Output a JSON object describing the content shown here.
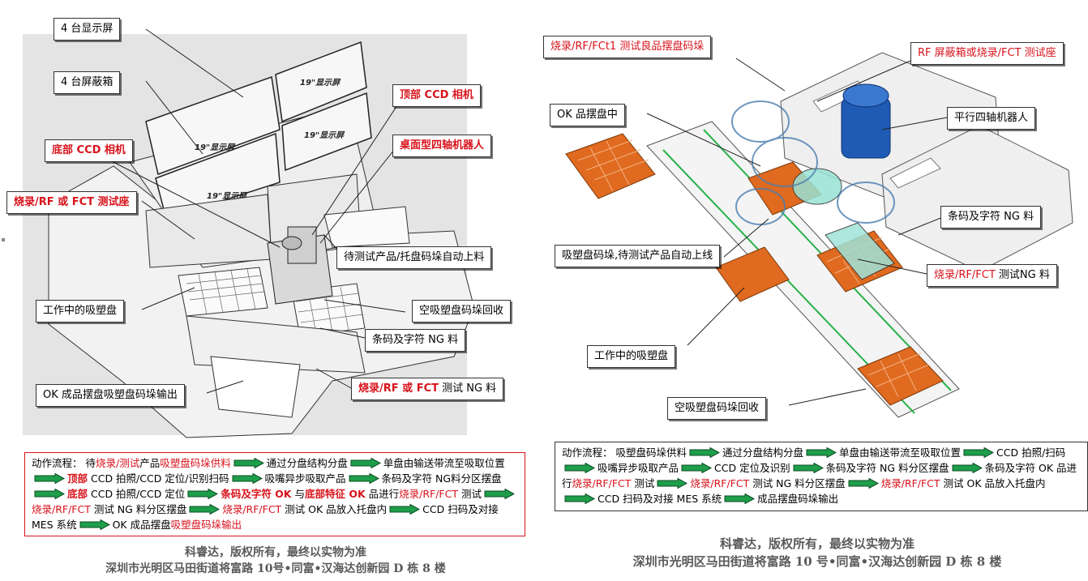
{
  "left": {
    "callouts": {
      "display": "4 台显示屏",
      "shield": "4 台屏蔽箱",
      "top_ccd": "顶部 CCD 相机",
      "scara": "桌面型四轴机器人",
      "bottom_ccd": "底部 CCD 相机",
      "test_seat": "烧录/RF 或 FCT 测试座",
      "auto_feed": "待测试产品/托盘码垛自动上料",
      "working_tray": "工作中的吸塑盘",
      "empty_tray": "空吸塑盘码垛回收",
      "barcode_ng": "条码及字符 NG 料",
      "ok_output": "OK 成品摆盘吸塑盘码垛输出",
      "test_ng_a": "烧录/RF 或 FCT",
      "test_ng_b": " 测试 NG 料"
    },
    "screen_text": "19\"显示屏",
    "flow": {
      "t1": "动作流程： 待",
      "t2": "烧录/测试",
      "t3": "产品",
      "t4": "吸塑盘码垛供料",
      "t5": "通过分盘结构分盘",
      "t6": "单盘由输送带流至吸取位置",
      "t7": "顶部",
      "t8": " CCD 拍照/CCD 定位/识别扫码",
      "t9": "吸嘴异步吸取产品",
      "t10": "条码及字符 NG料分区摆盘",
      "t11": "底部",
      "t12": " CCD 拍照/CCD 定位",
      "t13": "条码及字符 OK",
      "t14": " 与",
      "t15": "底部特征 OK",
      "t16": " 品进行",
      "t17": "烧录/RF/FCT",
      "t18": " 测试",
      "t19": "烧录/RF/FCT",
      "t20": " 测试 NG 料分区摆盘",
      "t21": "烧录/RF/FCT",
      "t22": " 测试 OK 品放入托盘内",
      "t23": "CCD 扫码及对接 MES 系统",
      "t24": "OK 成品摆盘",
      "t25": "吸塑盘码垛输出"
    },
    "footer": {
      "line1": "科睿达，版权所有，最终以实物为准",
      "line2": "深圳市光明区马田街道将富路 10号•同富•汉海达创新园 D 栋 8 楼"
    }
  },
  "right": {
    "callouts": {
      "ok_stack": "烧录/RF/FCt1 测试良品摆盘码垛",
      "rf_shield": "RF 屏蔽箱或烧录/FCT 测试座",
      "ok_tray": "OK 品摆盘中",
      "parallel_robot": "平行四轴机器人",
      "barcode_ng": "条码及字符 NG 料",
      "feed_line": "吸塑盘码垛,待测试产品自动上线",
      "test_ng_a": "烧录/RF/FCT",
      "test_ng_b": " 测试NG 料",
      "working_tray": "工作中的吸塑盘",
      "empty_tray": "空吸塑盘码垛回收"
    },
    "flow": {
      "s1": "动作流程： 吸塑盘码垛供料",
      "s2": "通过分盘结构分盘",
      "s3": "单盘由输送带流至吸取位置",
      "s4": "CCD 拍照/扫码",
      "s5": "吸嘴异步吸取产品",
      "s6": "CCD 定位及识别",
      "s7": "条码及字符 NG 料分区摆盘",
      "s8": "条码及字符 OK 品进行",
      "s9": "烧录/RF/FCT",
      "s10": " 测试",
      "s11": "烧录/RF/FCT",
      "s12": " 测试 NG 料分区摆盘",
      "s13": "烧录/RF/FCT",
      "s14": " 测试 OK 品放入托盘内",
      "s15": "CCD 扫码及对接 MES 系统",
      "s16": "成品摆盘码垛输出"
    },
    "footer": {
      "line1": "科睿达，版权所有，最终以实物为准",
      "line2": "深圳市光明区马田街道将富路 10 号•同富•汉海达创新园 D 栋 8 楼"
    }
  },
  "colors": {
    "accent_red": "#d8121b",
    "arrow_green": "#1e9e4a",
    "tray_orange": "#e06a1f",
    "robot_blue": "#1f5bb5",
    "footer_gray": "#595959"
  }
}
